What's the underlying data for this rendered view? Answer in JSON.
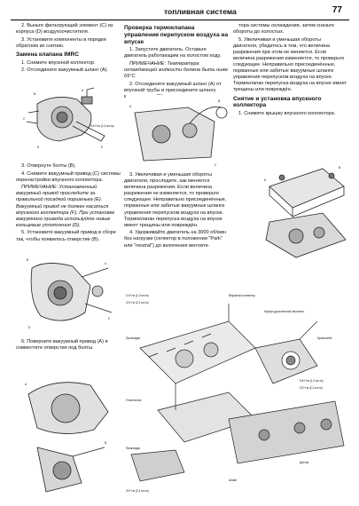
{
  "header": {
    "title": "топливная система",
    "page_number": "77"
  },
  "col1": {
    "p1": "2. Выньте фильтрующий элемент (C) из корпуса (D) воздухоочистителя.",
    "p2": "3. Установите компоненты в порядке обратном их снятию.",
    "h1": "Замена клапана IMRC",
    "p3": "1. Снимите впускной коллектор.",
    "p4": "2. Отсоедините вакуумный шланг (A).",
    "p5": "3. Отвернуте болты (B).",
    "p6": "4. Снимите вакуумный привод (C) системы перенастройки впускного коллектора.",
    "p7": "ПРИМЕЧАНИЕ: Установленный вакуумный привод проследите за правильной посадкой поршенька (E). Вакуумный привод не должен касаться впускного коллектора (F). При установке вакуумного привода используйте новые кольцевые уплотнения (D).",
    "p8": "5. Установите вакуумный привод в сборе так, чтобы появилось отверстие (B).",
    "p9": "6. Поверните вакуумный привод (A) и совместите отверстия под болты."
  },
  "col2": {
    "h1": "Проверка термоклапана управления перепуском воздуха на впуске",
    "p1": "1. Запустите двигатель. Оставьте двигатель работающим на холостом ходу.",
    "p2": "ПРИМЕЧАНИЕ: Температура охлаждающей жидкости должна быть ниже 65°C.",
    "p3": "2. Отсоедините вакуумный шланг (A) от впускной трубы и присоедините шлангу вакуум-насос (B) с вакуумметром.",
    "p4": "3. Увеличивая и уменьшая обороты двигателя, проследите, как меняется величина разрежения. Если величина разрежения не изменяется, то проверьте следующее. Неправильно присоединённые, порванные или забитые вакуумные шланги управления перепуском воздуха на впуске. Термоклапан перепуска воздуха на впуске имеет трещины или повреждён.",
    "p5": "4. Удерживайте двигатель на 3000 об/мин без нагрузки (селектор в положении \"Park\" или \"neutral\") до включения вентиля-"
  },
  "col3": {
    "p1": "тора системы охлаждения, затем снизьте обороты до холостых.",
    "p2": "5. Увеличивая и уменьшая обороты двигателя, убедитесь в том, что величина разрежения при этом не меняется. Если величина разрежения изменяется, то проверьте следующее. Неправильно присоединённые, порванные или забитые вакуумные шланги управления перепуском воздуха на впуске. Термоклапан перепуска воздуха на впуске имеет трещины или повреждён.",
    "h1": "Снятие и установка впускного коллектора",
    "p3": "1. Снимите крышку впускного коллектора."
  },
  "figures": {
    "fig1_labels": [
      "B",
      "A",
      "C",
      "E",
      "D"
    ],
    "fig1_spec": "9,8 Н·м (1,0 кгс·м)",
    "fig2_labels": [
      "B",
      "A",
      "C",
      "D"
    ],
    "fig3_labels": [
      "A",
      "B"
    ],
    "fig4_labels": [
      "A",
      "B",
      "C"
    ],
    "fig5_labels": [
      "A",
      "B"
    ],
    "fig6_labels": [
      "A",
      "B"
    ],
    "fig7_specs": [
      "10 Н·м (1,0 кгс·м)",
      "22 Н·м (2,2 кгс·м)",
      "9,8 Н·м (1,0 кгс·м)",
      "22 Н·м (2,2 кгс·м)",
      "24 Н·м (2,4 кгс·м)"
    ],
    "fig7_callouts": [
      "Впускной коллектор",
      "Корпус дроссельной заслонки",
      "Прокладка",
      "Уплотнение",
      "Кронштейн",
      "Шланг",
      "Датчик",
      "Прокладка"
    ]
  }
}
